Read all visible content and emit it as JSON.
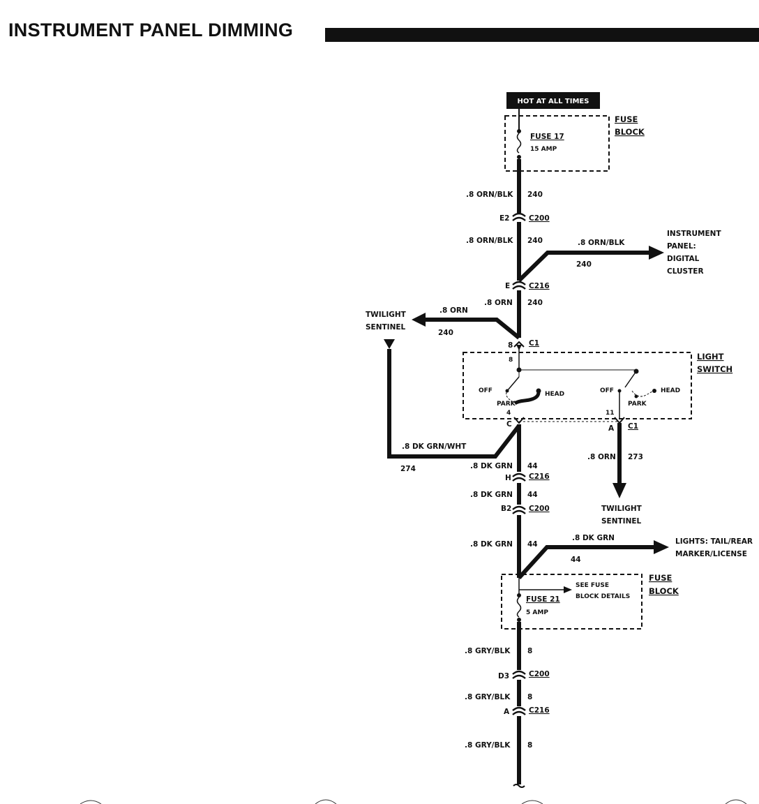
{
  "title": "INSTRUMENT PANEL DIMMING",
  "hot_label": "HOT AT ALL TIMES",
  "fuse_block": {
    "l1": "FUSE",
    "l2": "BLOCK"
  },
  "fuse17": {
    "name": "FUSE 17",
    "rating": "15 AMP"
  },
  "fuse21": {
    "name": "FUSE 21",
    "rating": "5 AMP"
  },
  "see_fuse": {
    "l1": "SEE FUSE",
    "l2": "BLOCK DETAILS"
  },
  "light_switch": {
    "l1": "LIGHT",
    "l2": "SWITCH"
  },
  "switch_pos": {
    "off": "OFF",
    "head": "HEAD",
    "park": "PARK"
  },
  "pins": {
    "p8": "8",
    "p4": "4",
    "p11": "11"
  },
  "conn": {
    "c1": "C1",
    "c200": "C200",
    "c216": "C216",
    "e2": "E2",
    "e": "E",
    "b": "8",
    "c": "C",
    "a": "A",
    "h": "H",
    "b2": "B2",
    "d3": "D3"
  },
  "wires": {
    "w240": ".8 ORN/BLK",
    "n240": "240",
    "w_orn": ".8 ORN",
    "w_dkgrn": ".8 DK GRN",
    "n44": "44",
    "w_dkgrnwht": ".8 DK GRN/WHT",
    "n274": "274",
    "n273": "273",
    "w_gryblk": ".8 GRY/BLK",
    "n8": "8"
  },
  "dest": {
    "ip": [
      "INSTRUMENT",
      "PANEL:",
      "DIGITAL",
      "CLUSTER"
    ],
    "twilight": [
      "TWILIGHT",
      "SENTINEL"
    ],
    "lights": [
      "LIGHTS: TAIL/REAR",
      "MARKER/LICENSE"
    ]
  }
}
